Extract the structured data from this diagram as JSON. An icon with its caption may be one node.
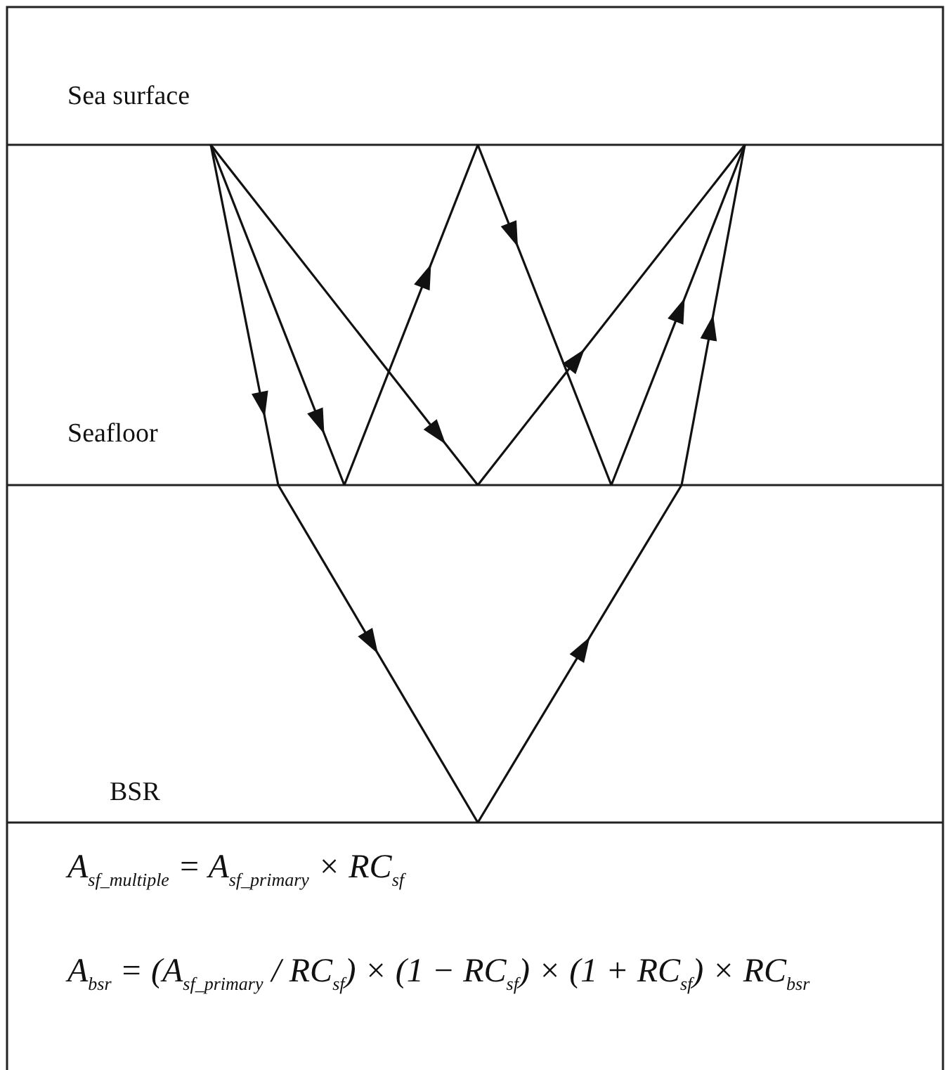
{
  "diagram": {
    "labels": [
      "Sea surface",
      "Seafloor",
      "BSR",
      "A$_{sf_multiple}$ = A$_{sf_primary}$ × RC$_{sf}$",
      "A$_{bsr}$ = (A$_{sf_primary}$ / RC$_{sf}$) × (1 − RC$_{sf}$) × (1 + RC$_{sf}$) × RC$_{bsr}$"
    ]
  }
}
